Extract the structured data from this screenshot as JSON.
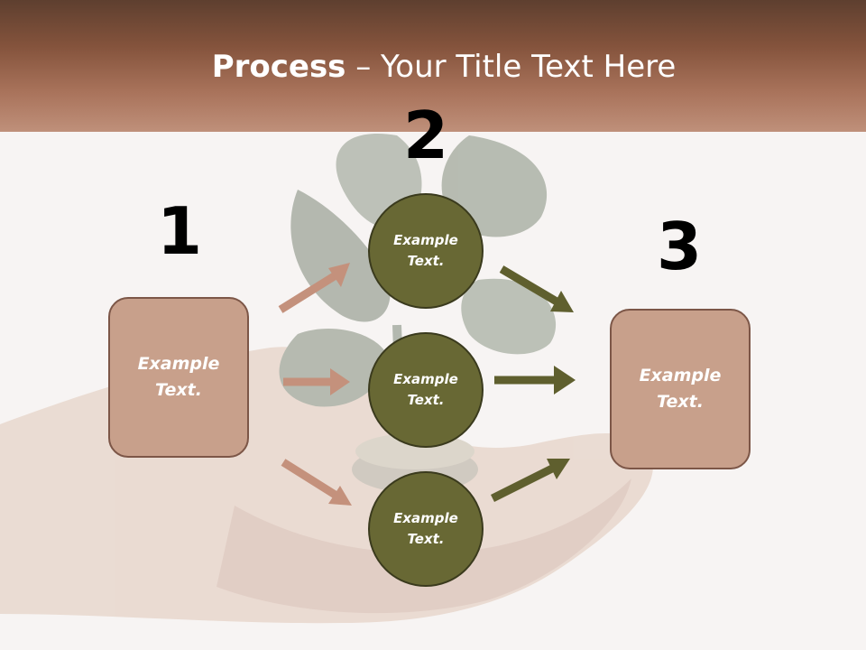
{
  "title": {
    "bold": "Process",
    "rest": " – Your Title Text Here"
  },
  "steps": {
    "n1": "1",
    "n2": "2",
    "n3": "3"
  },
  "boxes": {
    "left": "Example\nText.",
    "right": "Example\nText."
  },
  "circles": {
    "top": "Example\nText.",
    "middle": "Example\nText.",
    "bottom": "Example\nText."
  },
  "colors": {
    "header": "#8a5843",
    "box_fill": "#c8a08b",
    "circle_fill": "#686834",
    "arrow_brown": "#c4917c",
    "arrow_olive": "#5f5f2e"
  }
}
